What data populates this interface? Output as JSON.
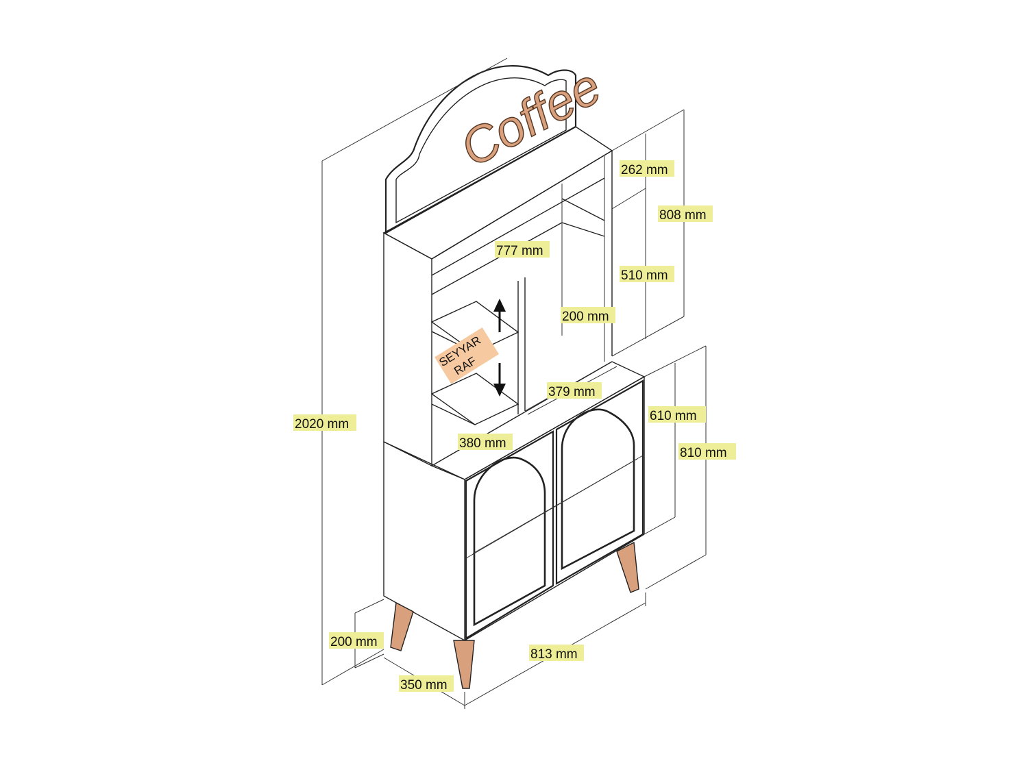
{
  "sign_text": "Coffee",
  "shelf_label_line1": "SEYYAR",
  "shelf_label_line2": "RAF",
  "colors": {
    "label_highlight": "#eeee99",
    "shelf_label_highlight": "#f7c9a0",
    "wood": "#d9a07e",
    "outline": "#222222"
  },
  "dimensions": {
    "top_section": "262 mm",
    "upper_total": "808 mm",
    "inner_width": "777 mm",
    "middle_section": "510 mm",
    "shelf_depth": "200 mm",
    "inner_depth": "379 mm",
    "total_height": "2020 mm",
    "cabinet_inner": "610 mm",
    "cabinet_total": "810 mm",
    "base_depth": "380 mm",
    "leg_height": "200 mm",
    "total_width": "813 mm",
    "total_depth": "350 mm"
  }
}
